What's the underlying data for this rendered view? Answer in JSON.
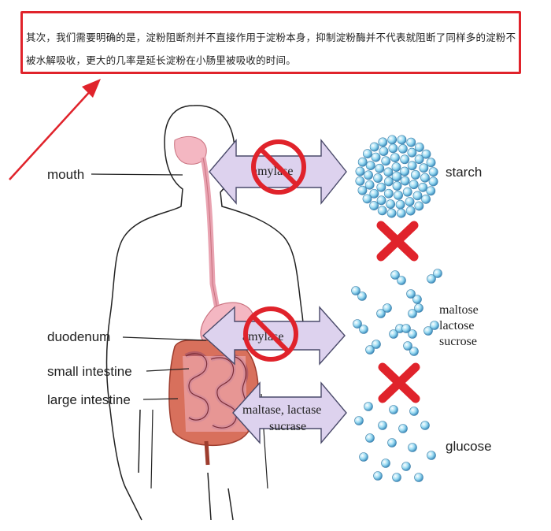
{
  "caption": "其次，我们需要明确的是，淀粉阻断剂并不直接作用于淀粉本身，抑制淀粉酶并不代表就阻断了同样多的淀粉不被水解吸收，更大的几率是延长淀粉在小肠里被吸收的时间。",
  "labels": {
    "mouth": "mouth",
    "duodenum": "duodenum",
    "small_intestine": "small intestine",
    "large_intestine": "large intestine",
    "starch": "starch",
    "glucose": "glucose",
    "maltose": "maltose",
    "lactose": "lactose",
    "sucrose": "sucrose"
  },
  "arrows": {
    "top_enzyme": "amylase",
    "middle_enzyme": "amylase",
    "bottom_enzyme_line1": "maltase, lactase",
    "bottom_enzyme_line2": "sucrase"
  },
  "colors": {
    "highlight_red": "#e0232b",
    "arrow_fill": "#ddd2ee",
    "organ_pink": "#f4b7c2",
    "bead_blue": "#8fd3ef"
  },
  "icons": [
    "prohibited-icon",
    "cross-icon"
  ]
}
